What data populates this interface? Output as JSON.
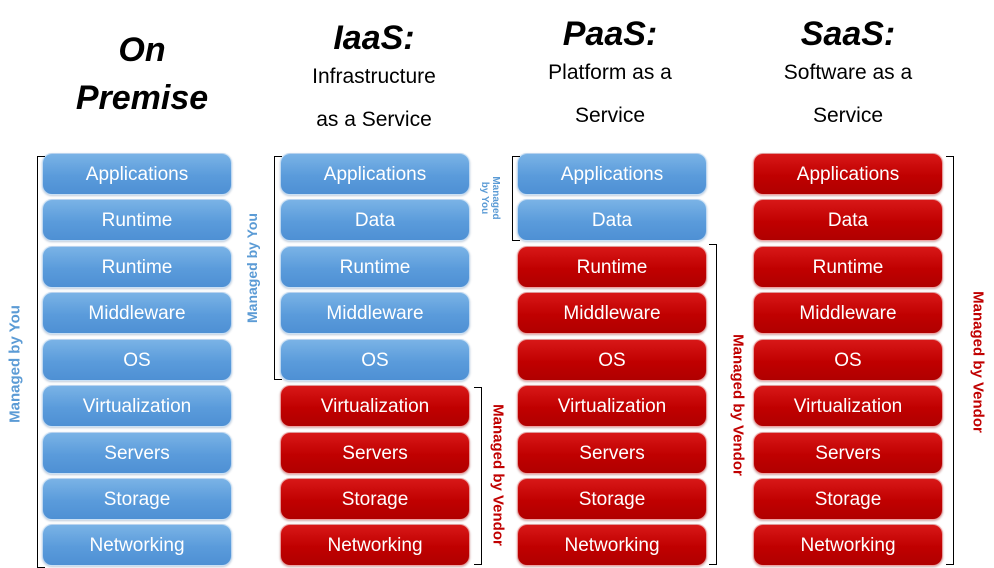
{
  "columns": [
    {
      "heading": "On\nPremise",
      "subtitle": "",
      "layers": [
        {
          "label": "Applications",
          "managed": "you"
        },
        {
          "label": "Runtime",
          "managed": "you"
        },
        {
          "label": "Runtime",
          "managed": "you"
        },
        {
          "label": "Middleware",
          "managed": "you"
        },
        {
          "label": "OS",
          "managed": "you"
        },
        {
          "label": "Virtualization",
          "managed": "you"
        },
        {
          "label": "Servers",
          "managed": "you"
        },
        {
          "label": "Storage",
          "managed": "you"
        },
        {
          "label": "Networking",
          "managed": "you"
        }
      ]
    },
    {
      "heading": "IaaS:",
      "subtitle": "Infrastructure\nas a Service",
      "layers": [
        {
          "label": "Applications",
          "managed": "you"
        },
        {
          "label": "Data",
          "managed": "you"
        },
        {
          "label": "Runtime",
          "managed": "you"
        },
        {
          "label": "Middleware",
          "managed": "you"
        },
        {
          "label": "OS",
          "managed": "you"
        },
        {
          "label": "Virtualization",
          "managed": "vendor"
        },
        {
          "label": "Servers",
          "managed": "vendor"
        },
        {
          "label": "Storage",
          "managed": "vendor"
        },
        {
          "label": "Networking",
          "managed": "vendor"
        }
      ]
    },
    {
      "heading": "PaaS:",
      "subtitle": "Platform as a\nService",
      "layers": [
        {
          "label": "Applications",
          "managed": "you"
        },
        {
          "label": "Data",
          "managed": "you"
        },
        {
          "label": "Runtime",
          "managed": "vendor"
        },
        {
          "label": "Middleware",
          "managed": "vendor"
        },
        {
          "label": "OS",
          "managed": "vendor"
        },
        {
          "label": "Virtualization",
          "managed": "vendor"
        },
        {
          "label": "Servers",
          "managed": "vendor"
        },
        {
          "label": "Storage",
          "managed": "vendor"
        },
        {
          "label": "Networking",
          "managed": "vendor"
        }
      ]
    },
    {
      "heading": "SaaS:",
      "subtitle": "Software as a\nService",
      "layers": [
        {
          "label": "Applications",
          "managed": "vendor"
        },
        {
          "label": "Data",
          "managed": "vendor"
        },
        {
          "label": "Runtime",
          "managed": "vendor"
        },
        {
          "label": "Middleware",
          "managed": "vendor"
        },
        {
          "label": "OS",
          "managed": "vendor"
        },
        {
          "label": "Virtualization",
          "managed": "vendor"
        },
        {
          "label": "Servers",
          "managed": "vendor"
        },
        {
          "label": "Storage",
          "managed": "vendor"
        },
        {
          "label": "Networking",
          "managed": "vendor"
        }
      ]
    }
  ],
  "labels": {
    "managed_by_you": "Managed by You",
    "managed_by_you_small": "Managed\nby You",
    "managed_by_vendor": "Managed by Vendor"
  },
  "colors": {
    "you": "#5b9bd5",
    "vendor": "#c00000"
  }
}
